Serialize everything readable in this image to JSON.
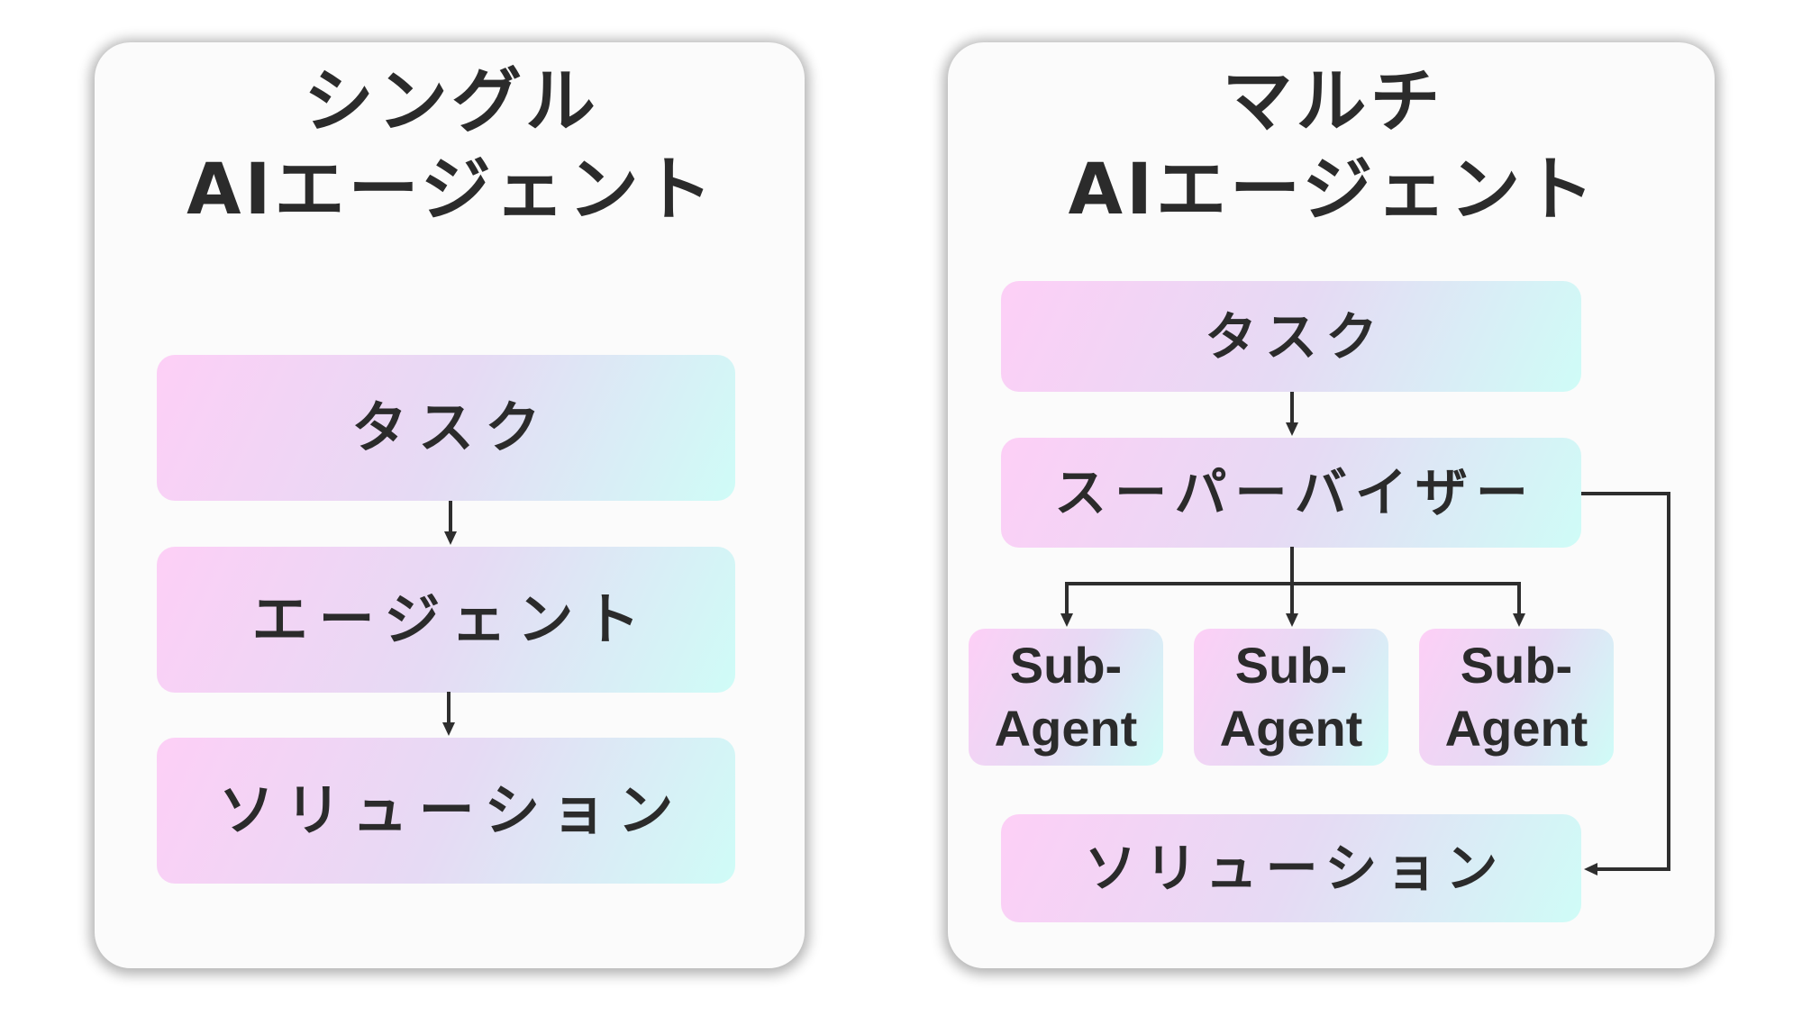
{
  "diagram": {
    "single": {
      "title": {
        "line1": "シングル",
        "line2": "AIエージェント"
      },
      "nodes": {
        "task": "タスク",
        "agent": "エージェント",
        "solution": "ソリューション"
      }
    },
    "multi": {
      "title": {
        "line1": "マルチ",
        "line2": "AIエージェント"
      },
      "nodes": {
        "task": "タスク",
        "supervisor": "スーパーバイザー",
        "sub_agents": [
          {
            "line1": "Sub-",
            "line2": "Agent"
          },
          {
            "line1": "Sub-",
            "line2": "Agent"
          },
          {
            "line1": "Sub-",
            "line2": "Agent"
          }
        ],
        "solution": "ソリューション"
      }
    }
  },
  "colors": {
    "page_background": "#ffffff",
    "card_background": "#fbfbfb",
    "node_gradient_start": "#fdcff6",
    "node_gradient_mid": "#e6daf4",
    "node_gradient_end": "#cffcf7",
    "text": "#2b2b2b",
    "connector": "#2e2e2e"
  }
}
